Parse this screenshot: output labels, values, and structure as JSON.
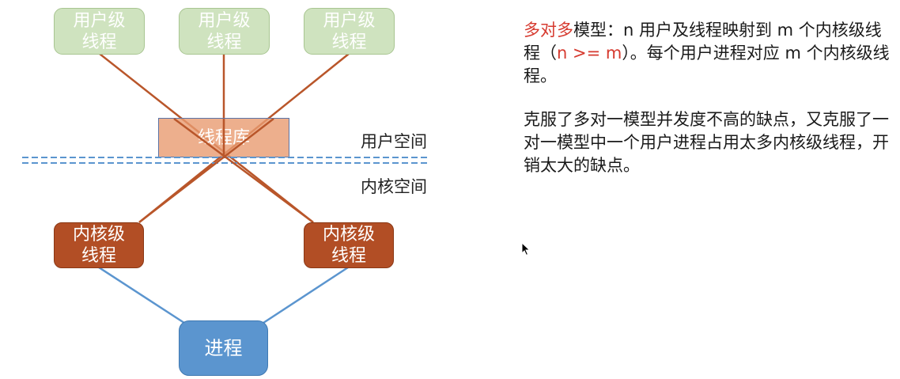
{
  "diagram": {
    "user_threads": [
      "用户级\n线程",
      "用户级\n线程",
      "用户级\n线程"
    ],
    "thread_library": "线程库",
    "user_space_label": "用户空间",
    "kernel_space_label": "内核空间",
    "kernel_threads": [
      "内核级\n线程",
      "内核级\n线程"
    ],
    "process": "进程"
  },
  "text": {
    "p1_highlight": "多对多",
    "p1_part1": "模型：n 用户及线程映射到 m 个内核级线程（",
    "p1_highlight2": "n >= m",
    "p1_part2": "）。每个用户进程对应 m 个内核级线程。",
    "p2": "克服了多对一模型并发度不高的缺点，又克服了一对一模型中一个用户进程占用太多内核级线程，开销太大的缺点。"
  },
  "colors": {
    "user_thread_fill": "#cfe3bf",
    "library_fill": "#e99b70",
    "kernel_thread_fill": "#b24e25",
    "process_fill": "#5b95cf",
    "mapping_line": "#b9562a",
    "process_line": "#5b95cf",
    "highlight_text": "#d63a2f"
  }
}
